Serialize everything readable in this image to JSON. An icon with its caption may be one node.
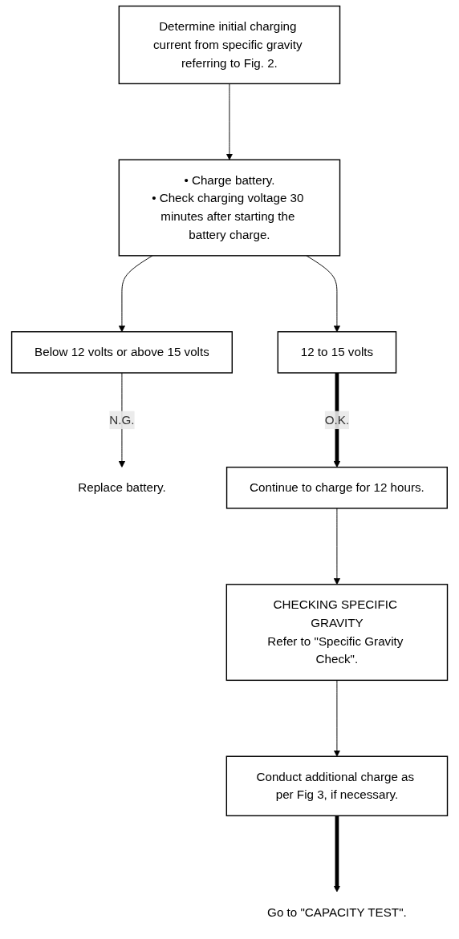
{
  "diagram": {
    "nodes": [
      {
        "text": [
          "Determine initial charging current from specific gravity referring to Fig. 2."
        ]
      },
      {
        "text": [
          "• Charge battery.",
          "• Check charging voltage 30 minutes after starting the battery charge."
        ]
      },
      {
        "text": [
          "12 to 15 volts"
        ]
      },
      {
        "text": [
          "Below 12 volts or above 15 volts"
        ]
      },
      {
        "text": [
          "Replace battery."
        ]
      },
      {
        "text": [
          "Continue to charge for 12 hours."
        ]
      },
      {
        "text": [
          "CHECKING SPECIFIC GRAVITY",
          "Refer to \"Specific Gravity Check\"."
        ]
      },
      {
        "text": [
          "Conduct additional charge as per Fig 3, if necessary."
        ]
      },
      {
        "text": [
          "Go to \"CAPACITY TEST\"."
        ]
      }
    ],
    "edges": [
      {
        "from": 0,
        "to": 1,
        "arrow": "to"
      },
      {
        "from": 1,
        "to": 2,
        "arrow": "to"
      },
      {
        "from": 1,
        "to": 3,
        "arrow": "to"
      },
      {
        "from": 2,
        "to": 5,
        "arrow": "to",
        "label": "O.K.",
        "style": "thick"
      },
      {
        "from": 3,
        "to": 4,
        "arrow": "to",
        "label": "N.G."
      },
      {
        "from": 5,
        "to": 6,
        "arrow": "to"
      },
      {
        "from": 6,
        "to": 7,
        "arrow": "to"
      },
      {
        "from": 7,
        "to": 8,
        "arrow": "to",
        "style": "thick"
      }
    ]
  }
}
